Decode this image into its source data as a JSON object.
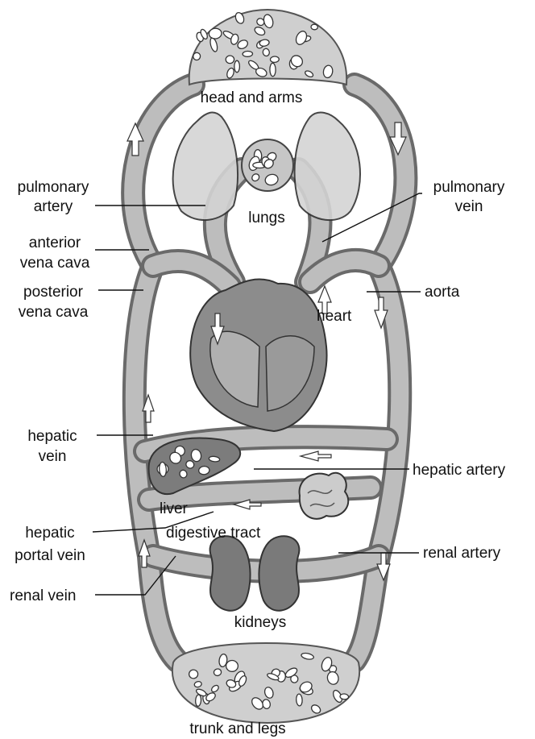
{
  "labels": {
    "head_and_arms": "head and arms",
    "lungs": "lungs",
    "pulmonary_artery_1": "pulmonary",
    "pulmonary_artery_2": "artery",
    "pulmonary_vein_1": "pulmonary",
    "pulmonary_vein_2": "vein",
    "anterior_vena_cava_1": "anterior",
    "anterior_vena_cava_2": "vena cava",
    "posterior_vena_cava_1": "posterior",
    "posterior_vena_cava_2": "vena cava",
    "aorta": "aorta",
    "heart": "heart",
    "hepatic_vein_1": "hepatic",
    "hepatic_vein_2": "vein",
    "hepatic_artery": "hepatic artery",
    "liver": "liver",
    "hepatic_portal_vein_1": "hepatic",
    "hepatic_portal_vein_2": "portal vein",
    "digestive_tract": "digestive tract",
    "renal_artery": "renal artery",
    "renal_vein": "renal vein",
    "kidneys": "kidneys",
    "trunk_and_legs": "trunk and legs"
  },
  "colors": {
    "vessel_outline": "#6a6a6a",
    "vessel_fill": "#bdbdbd",
    "heart": "#8a8a8a",
    "lungs": "#d2d2d2",
    "liver": "#7a7a7a",
    "kidneys": "#7a7a7a"
  }
}
